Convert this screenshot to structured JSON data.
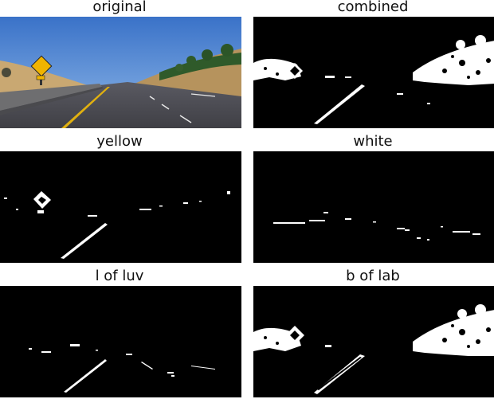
{
  "panels": [
    {
      "id": "original",
      "title": "original"
    },
    {
      "id": "combined",
      "title": "combined"
    },
    {
      "id": "yellow",
      "title": "yellow"
    },
    {
      "id": "white",
      "title": "white"
    },
    {
      "id": "l_of_luv",
      "title": "l of luv"
    },
    {
      "id": "b_of_lab",
      "title": "b of lab"
    }
  ]
}
